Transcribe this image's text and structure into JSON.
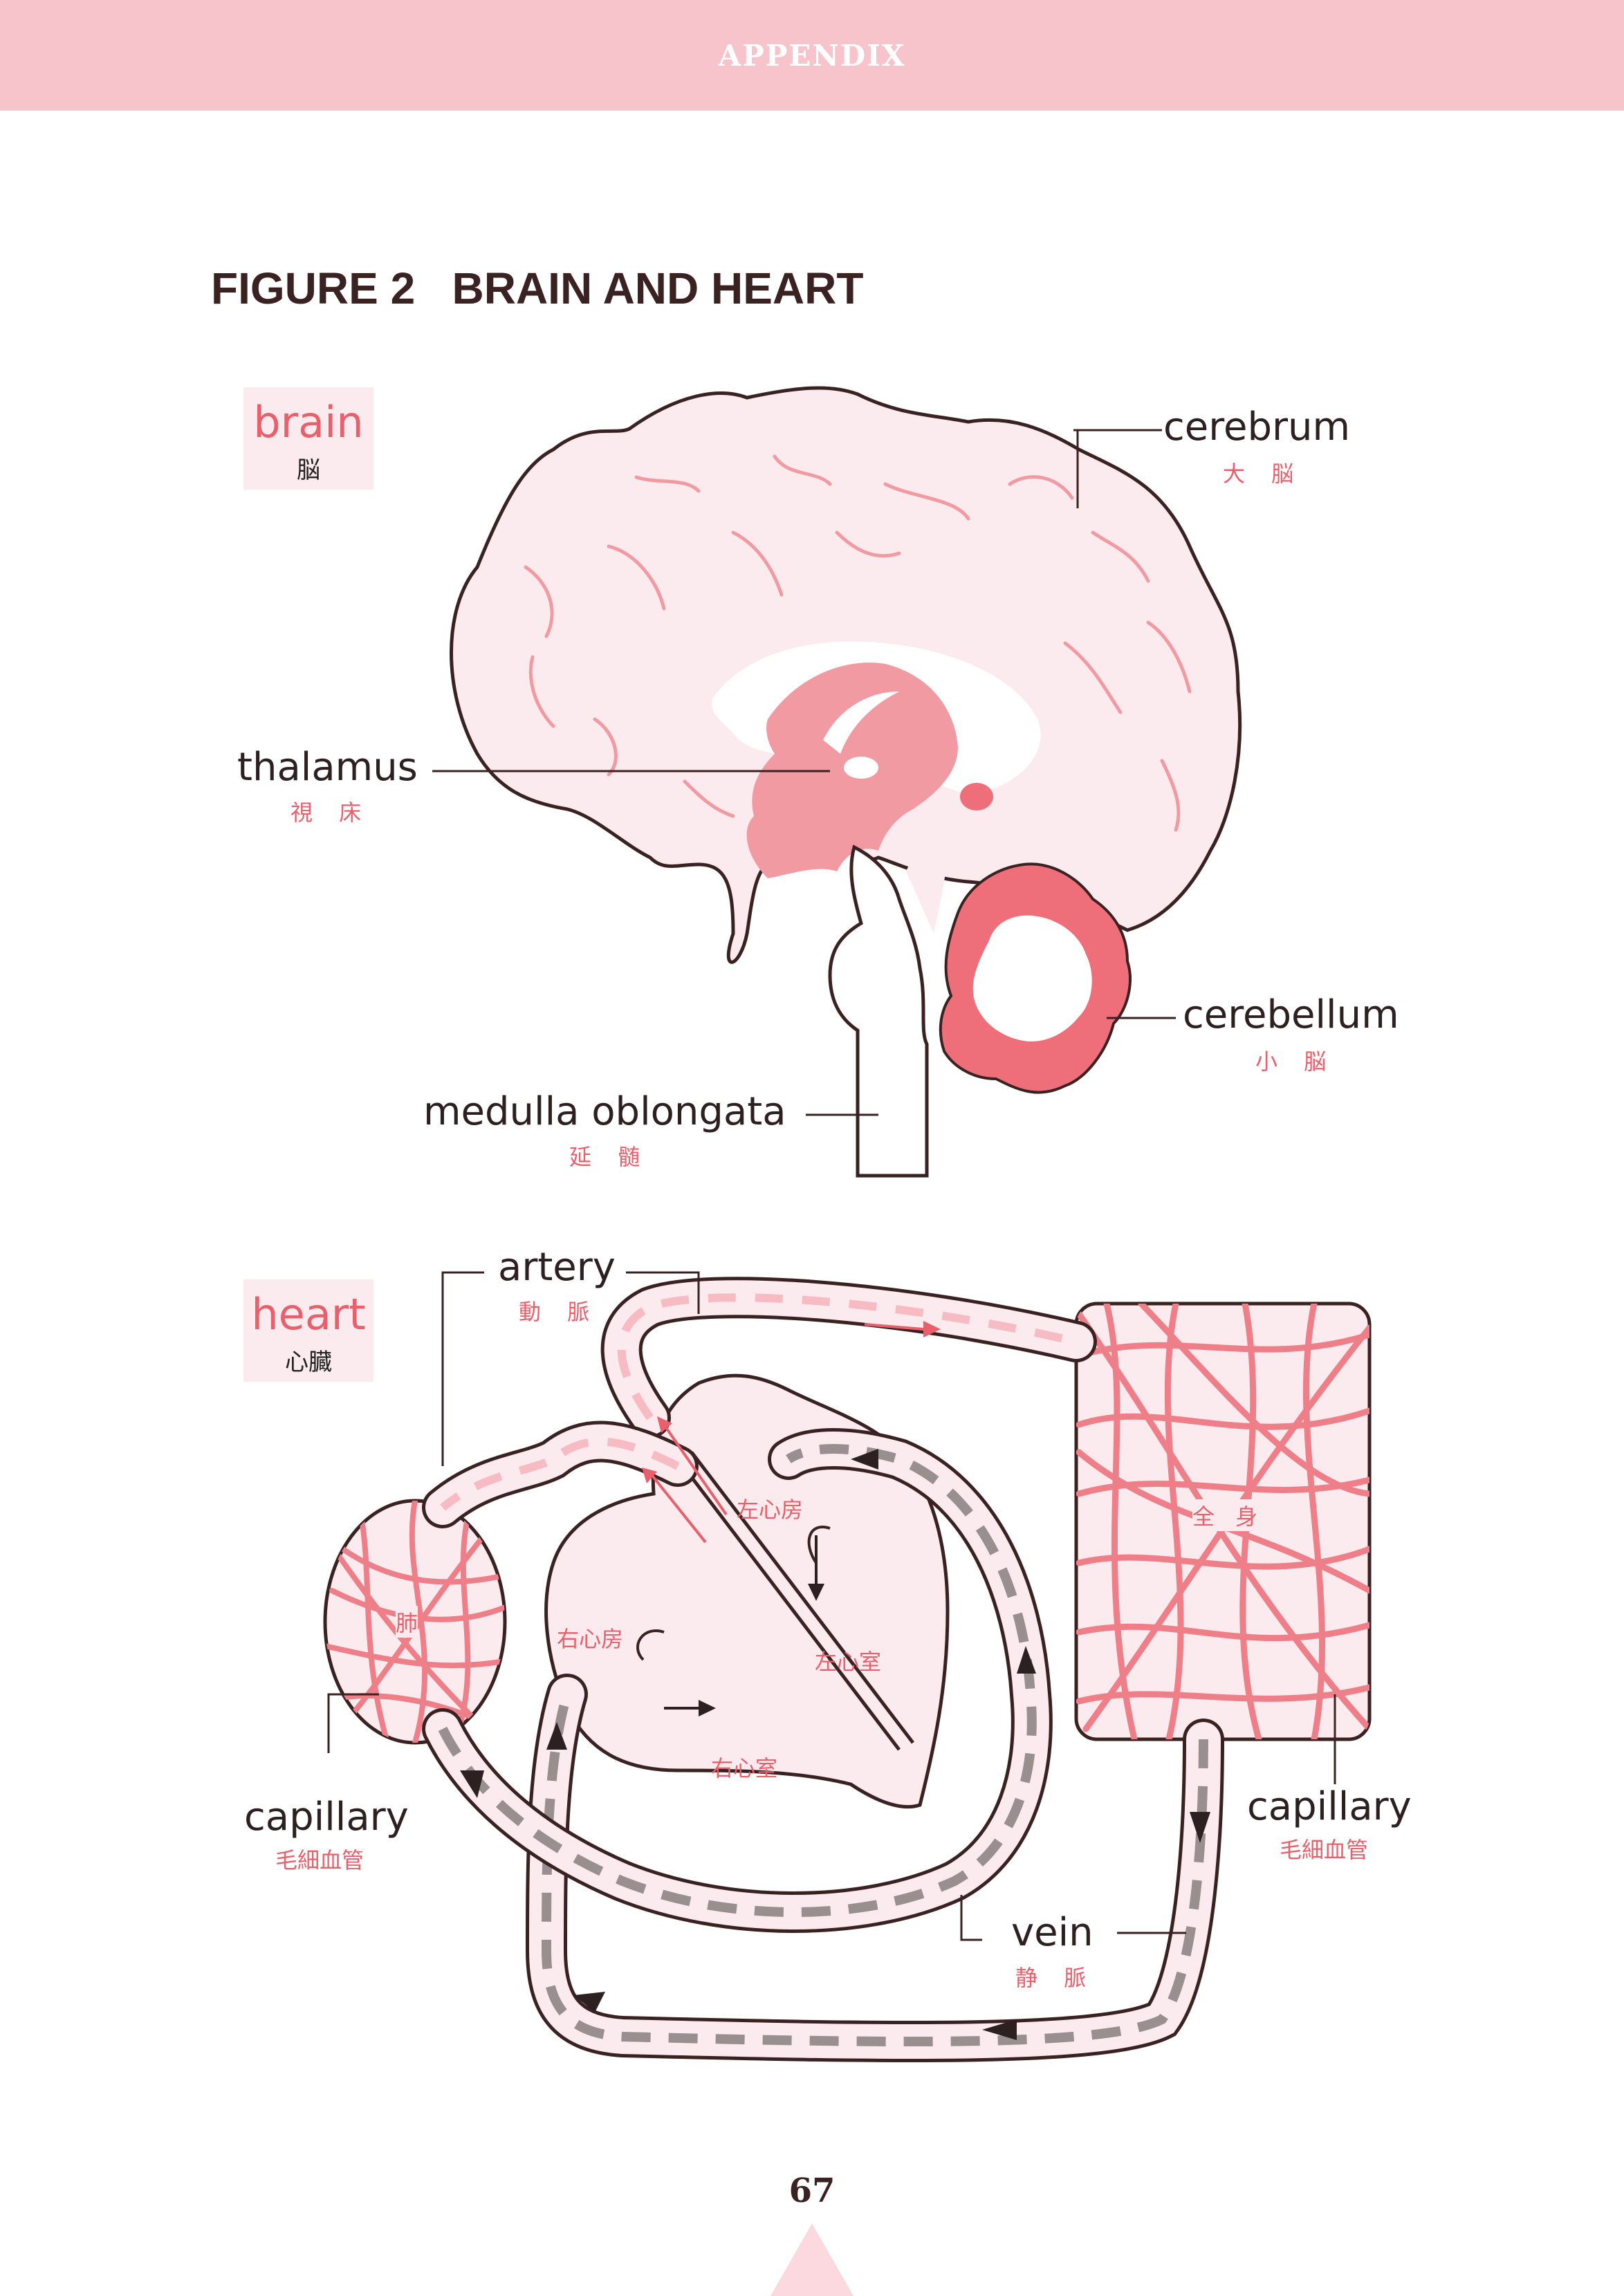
{
  "header": {
    "section": "APPENDIX"
  },
  "figure": {
    "title": "FIGURE 2   BRAIN AND HEART"
  },
  "brain": {
    "tag": {
      "en": "brain",
      "jp": "脳"
    },
    "labels": {
      "cerebrum": {
        "en": "cerebrum",
        "jp": "大 脳"
      },
      "thalamus": {
        "en": "thalamus",
        "jp": "視 床"
      },
      "cerebellum": {
        "en": "cerebellum",
        "jp": "小 脳"
      },
      "medulla": {
        "en": "medulla oblongata",
        "jp": "延 髄"
      }
    }
  },
  "heart": {
    "tag": {
      "en": "heart",
      "jp": "心臓"
    },
    "labels": {
      "artery": {
        "en": "artery",
        "jp": "動 脈"
      },
      "vein": {
        "en": "vein",
        "jp": "静 脈"
      },
      "capillary_left": {
        "en": "capillary",
        "jp": "毛細血管"
      },
      "capillary_right": {
        "en": "capillary",
        "jp": "毛細血管"
      }
    },
    "chambers": {
      "left_atrium": "左心房",
      "left_ventricle": "左心室",
      "right_atrium": "右心房",
      "right_ventricle": "右心室"
    },
    "organs": {
      "lung": "肺",
      "whole_body": "全 身"
    }
  },
  "colors": {
    "header_band": "#f7c4cc",
    "accent_red": "#e8606b",
    "brain_fill": "#fcebee",
    "thalamus_fill": "#f29aa2",
    "cerebellum_fill": "#ee6f79",
    "vessel_gray": "#9a8f8f"
  },
  "footer": {
    "page_number": "67"
  }
}
